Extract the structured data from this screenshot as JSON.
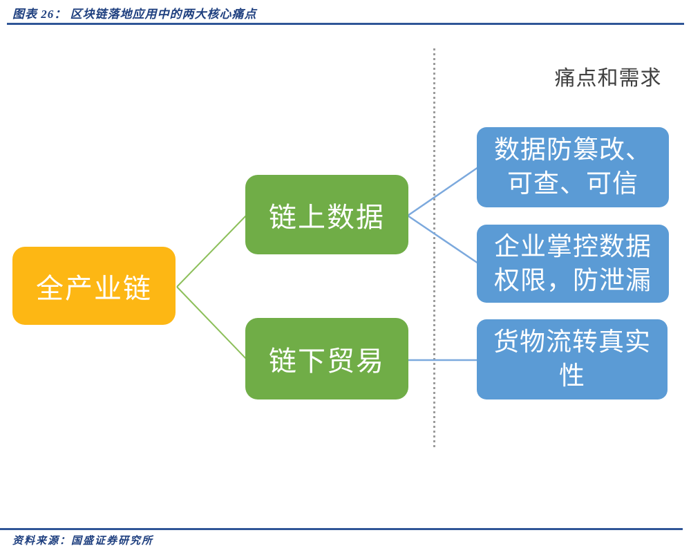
{
  "header": {
    "title": "图表 26： 区块链落地应用中的两大核心痛点"
  },
  "diagram": {
    "column_label": "痛点和需求",
    "root": {
      "label": "全产业链",
      "color": "#fdb714"
    },
    "mid_nodes": [
      {
        "label": "链上数据",
        "color": "#70ad47"
      },
      {
        "label": "链下贸易",
        "color": "#70ad47"
      }
    ],
    "pain_points": [
      {
        "label": "数据防篡改、可查、可信",
        "line1": "数据防篡改、",
        "line2": "可查、可信",
        "color": "#5b9bd5"
      },
      {
        "label": "企业掌控数据权限，防泄漏",
        "line1": "企业掌控数据",
        "line2": "权限，防泄漏",
        "color": "#5b9bd5"
      },
      {
        "label": "货物流转真实性",
        "line1": "货物流转真实",
        "line2": "性",
        "color": "#5b9bd5"
      }
    ],
    "connector_colors": {
      "green": "#8cbf5a",
      "blue": "#7ca9dd"
    },
    "divider_color": "#9b9b9b"
  },
  "footer": {
    "source": "资料来源：国盛证券研究所"
  },
  "accent": {
    "rule_color": "#2f5597",
    "title_color": "#1e3f7f"
  }
}
